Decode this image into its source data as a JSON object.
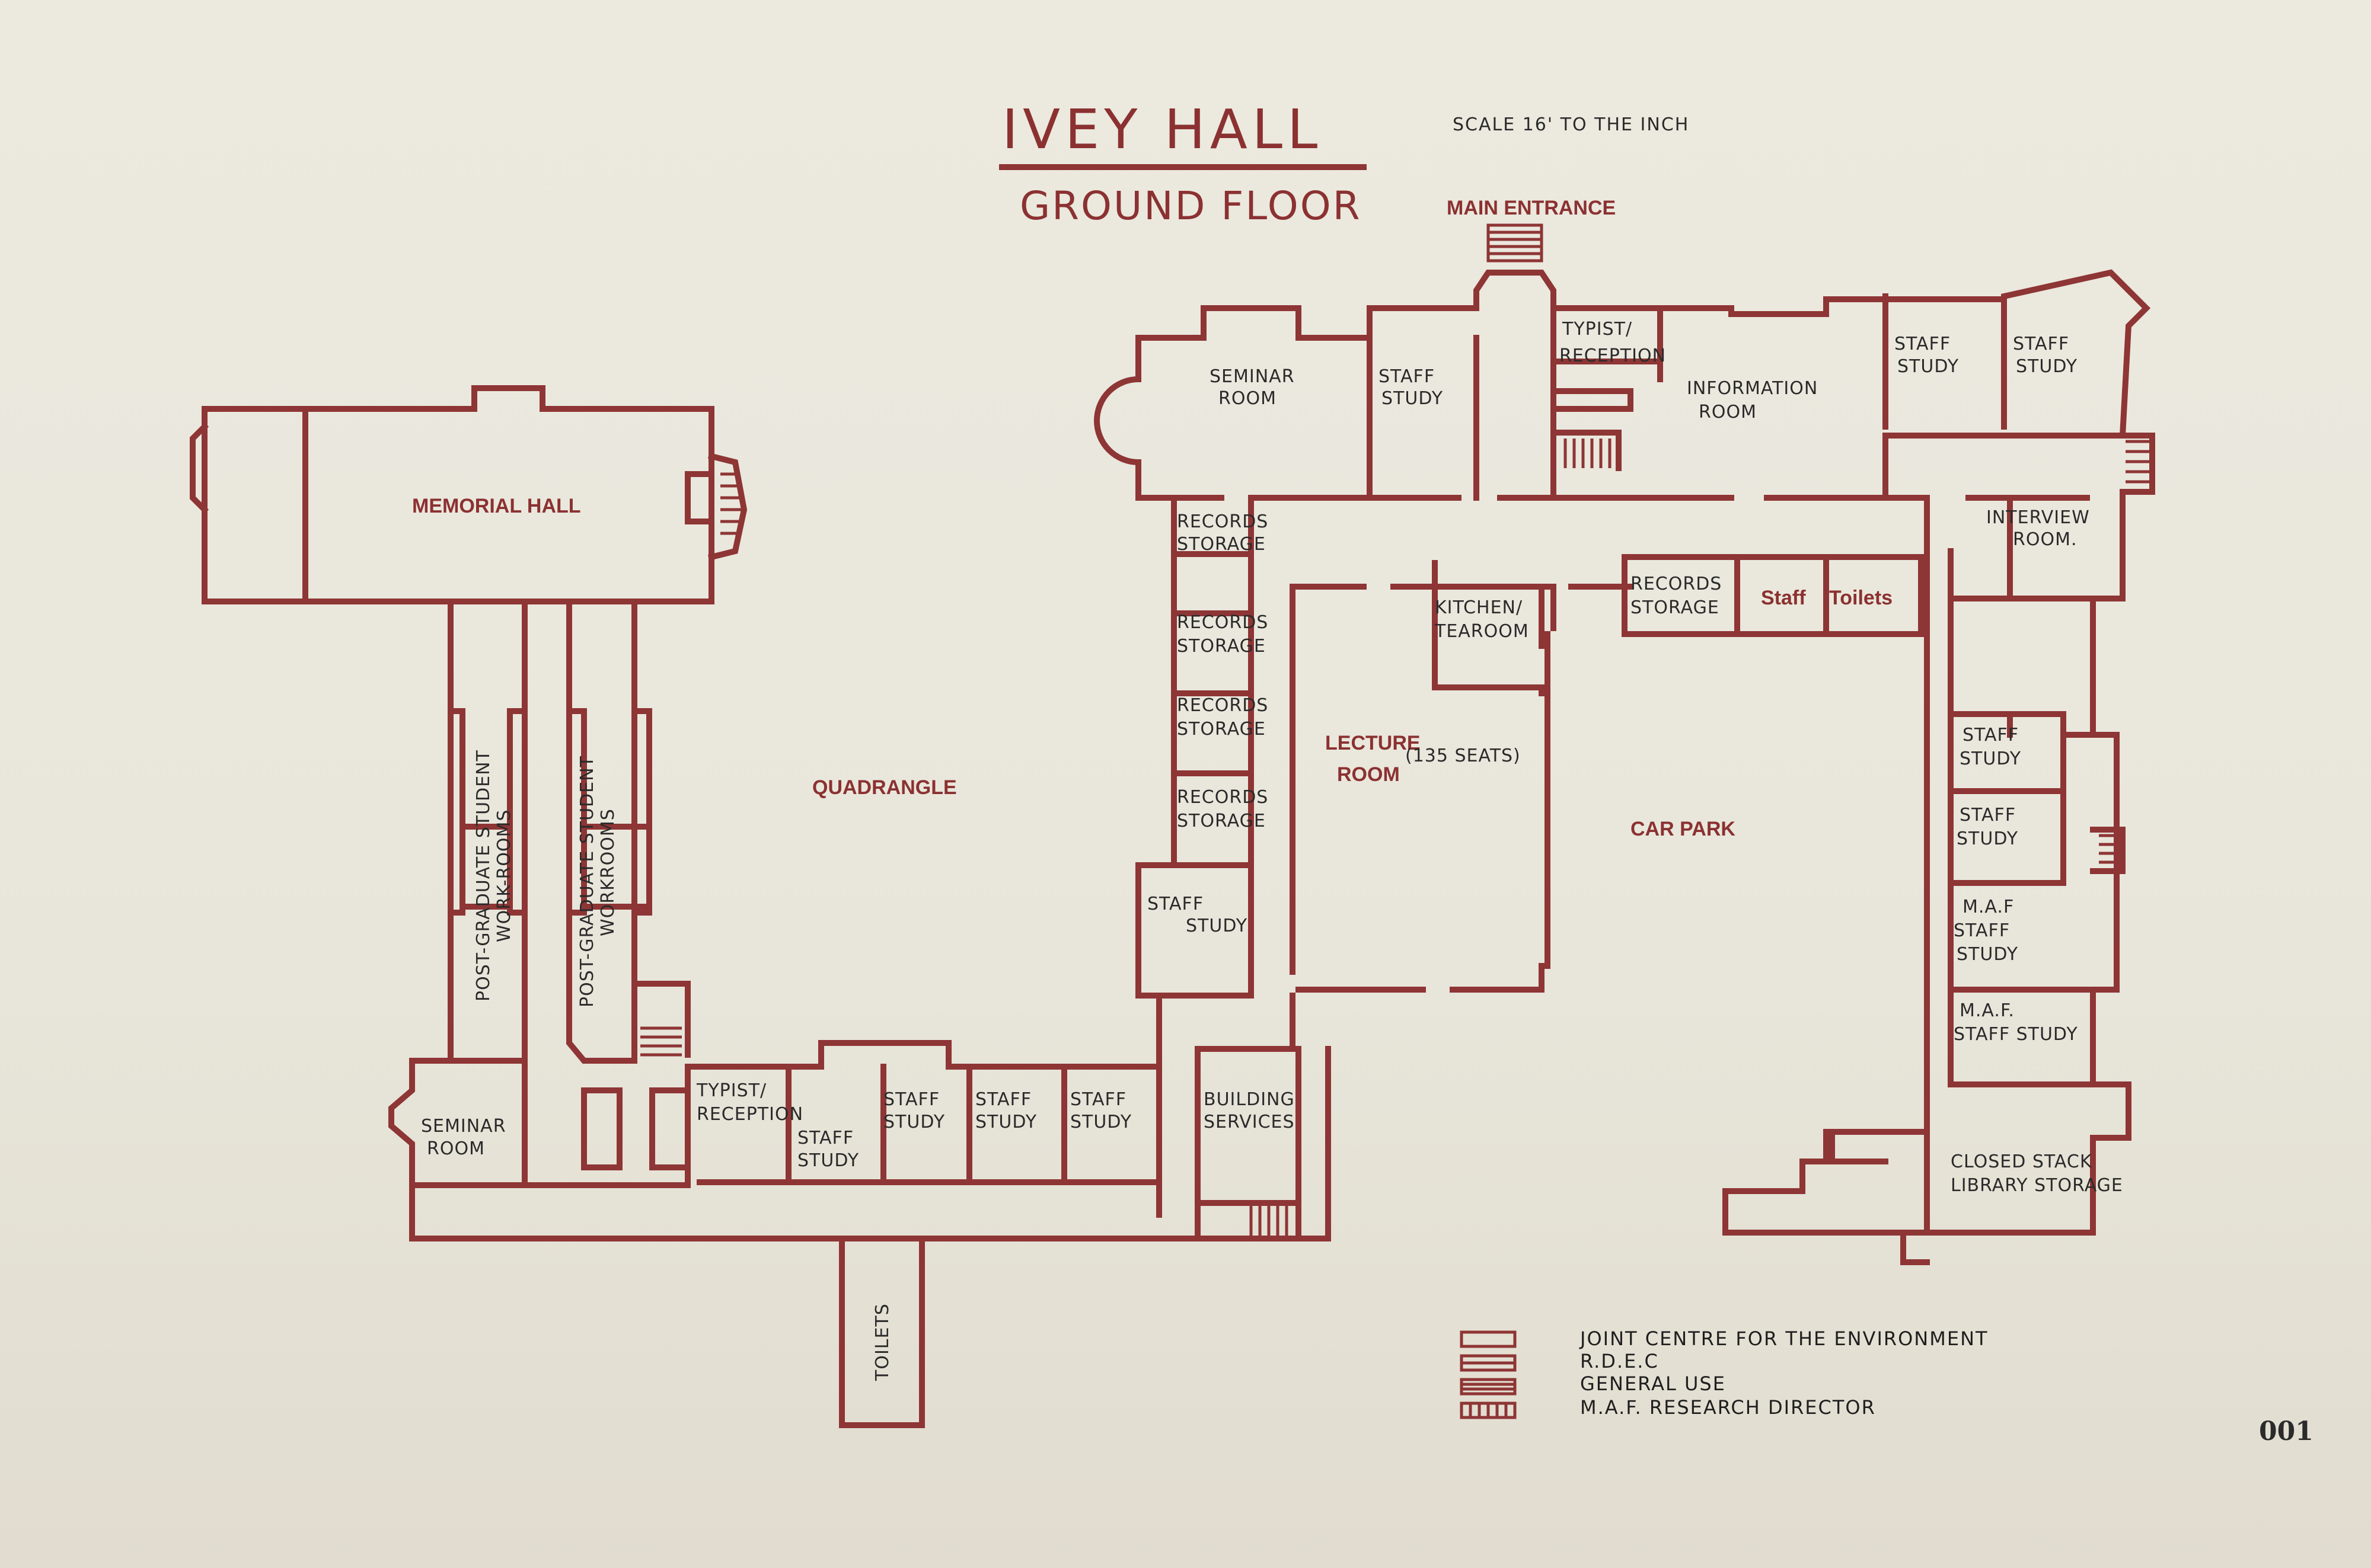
{
  "title": "IVEY HALL",
  "subtitle": "GROUND FLOOR",
  "scale": "SCALE 16' TO THE INCH",
  "main_entrance": "MAIN ENTRANCE",
  "sheet_number": "001",
  "rooms": {
    "memorial_hall": "MEMORIAL HALL",
    "quadrangle": "QUADRANGLE",
    "car_park": "CAR PARK",
    "lecture_1": "LECTURE",
    "lecture_2": "ROOM",
    "lecture_seats": "(135 SEATS)",
    "staff_bold": "Staff",
    "toilets_bold": "Toilets",
    "seminar_n_1": "SEMINAR",
    "seminar_n_2": "ROOM",
    "staff_study_1a": "STAFF",
    "staff_study_1b": "STUDY",
    "typist_n_1": "TYPIST/",
    "typist_n_2": "RECEPTION",
    "info_1": "INFORMATION",
    "info_2": "ROOM",
    "ss_ne1_a": "STAFF",
    "ss_ne1_b": "STUDY",
    "ss_ne2_a": "STAFF",
    "ss_ne2_b": "STUDY",
    "interview_1": "INTERVIEW",
    "interview_2": "ROOM.",
    "records_c_1": "RECORDS",
    "records_c_2": "STORAGE",
    "kitchen_1": "KITCHEN/",
    "kitchen_2": "TEAROOM",
    "rec1_a": "RECORDS",
    "rec1_b": "STORAGE",
    "rec2_a": "RECORDS",
    "rec2_b": "STORAGE",
    "rec3_a": "RECORDS",
    "rec3_b": "STORAGE",
    "rec4_a": "RECORDS",
    "rec4_b": "STORAGE",
    "ss_mid_a": "STAFF",
    "ss_mid_b": "STUDY",
    "ss_e1_a": "STAFF",
    "ss_e1_b": "STUDY",
    "ss_e2_a": "STAFF",
    "ss_e2_b": "STUDY",
    "maf1_a": "M.A.F",
    "maf1_b": "STAFF",
    "maf1_c": "STUDY",
    "maf2_a": "M.A.F.",
    "maf2_b": "STAFF STUDY",
    "closed_1": "CLOSED STACK",
    "closed_2": "LIBRARY STORAGE",
    "pg1_a": "POST-GRADUATE  STUDENT",
    "pg1_b": "WORK-ROOMS",
    "pg2_a": "POST-GRADUATE  STUDENT",
    "pg2_b": "WORKROOMS",
    "seminar_s_1": "SEMINAR",
    "seminar_s_2": "ROOM",
    "typist_s_1": "TYPIST/",
    "typist_s_2": "RECEPTION",
    "ss_s1_a": "STAFF",
    "ss_s1_b": "STUDY",
    "ss_s2_a": "STAFF",
    "ss_s2_b": "STUDY",
    "ss_s3_a": "STAFF",
    "ss_s3_b": "STUDY",
    "ss_s4_a": "STAFF",
    "ss_s4_b": "STUDY",
    "building_1": "BUILDING",
    "building_2": "SERVICES",
    "toilets_s": "TOILETS"
  },
  "legend": [
    "JOINT CENTRE FOR THE ENVIRONMENT",
    "R.D.E.C",
    "GENERAL USE",
    "M.A.F. RESEARCH DIRECTOR"
  ],
  "colors": {
    "ink": "#8e3535",
    "paper": "#ece9df",
    "pencil": "#2a2a2a"
  }
}
